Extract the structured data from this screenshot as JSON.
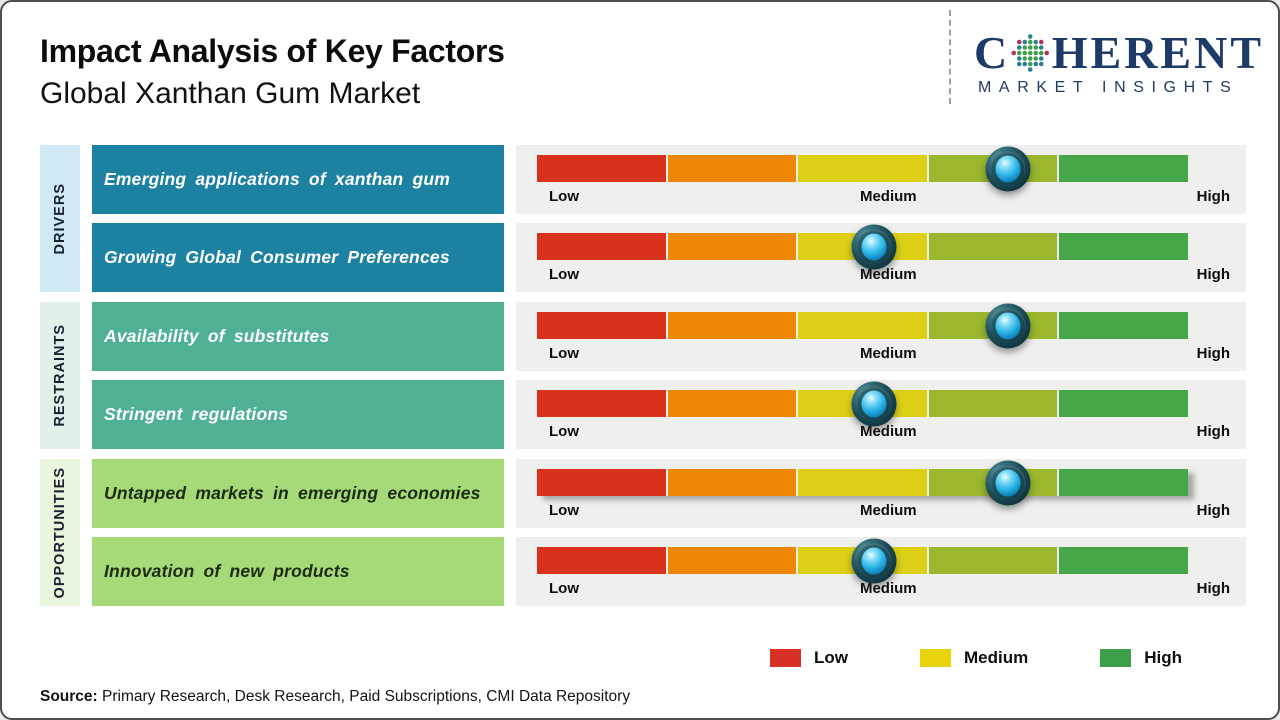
{
  "header": {
    "title": "Impact Analysis of Key Factors",
    "subtitle": "Global Xanthan Gum Market"
  },
  "logo": {
    "brand_left": "C",
    "brand_right": "HERENT",
    "tagline": "MARKET INSIGHTS",
    "brand_color": "#1e3a66"
  },
  "scale": {
    "low": "Low",
    "medium": "Medium",
    "high": "High"
  },
  "segment_colors": [
    "#d8321f",
    "#ee8606",
    "#ddcf15",
    "#9ab72e",
    "#45a748"
  ],
  "groups": [
    {
      "label": "DRIVERS",
      "box_color": "#1d81a2",
      "label_bg": "#cfe9f6",
      "text_color": "#ffffff",
      "rows": [
        {
          "factor": "Emerging applications of xanthan gum",
          "impact_percent": 72.3,
          "impact_level": "Medium-High"
        },
        {
          "factor": "Growing Global Consumer Preferences",
          "impact_percent": 51.8,
          "impact_level": "Medium"
        }
      ]
    },
    {
      "label": "RESTRAINTS",
      "box_color": "#50b093",
      "label_bg": "#e2f0e9",
      "text_color": "#ffffff",
      "rows": [
        {
          "factor": "Availability of substitutes",
          "impact_percent": 72.3,
          "impact_level": "Medium-High"
        },
        {
          "factor": "Stringent regulations",
          "impact_percent": 51.8,
          "impact_level": "Medium"
        }
      ]
    },
    {
      "label": "OPPORTUNITIES",
      "box_color": "#a6d977",
      "label_bg": "#e9f6dd",
      "text_color": "#1c2b15",
      "rows": [
        {
          "factor": "Untapped markets in emerging economies",
          "impact_percent": 72.3,
          "impact_level": "Medium-High"
        },
        {
          "factor": "Innovation of new products",
          "impact_percent": 51.8,
          "impact_level": "Medium"
        }
      ]
    }
  ],
  "legend": [
    {
      "label": "Low",
      "color": "#d93025"
    },
    {
      "label": "Medium",
      "color": "#e8d40c"
    },
    {
      "label": "High",
      "color": "#3d9e4a"
    }
  ],
  "source": {
    "label": "Source:",
    "text": " Primary Research, Desk Research, Paid Subscriptions, CMI Data Repository"
  },
  "chart_data": {
    "type": "table",
    "title": "Impact Analysis of Key Factors",
    "subtitle": "Global Xanthan Gum Market",
    "scale_anchors": [
      "Low",
      "Medium",
      "High"
    ],
    "rows": [
      {
        "category": "Drivers",
        "factor": "Emerging applications of xanthan gum",
        "impact_percent": 72.3,
        "impact_level": "Medium-High"
      },
      {
        "category": "Drivers",
        "factor": "Growing Global Consumer Preferences",
        "impact_percent": 51.8,
        "impact_level": "Medium"
      },
      {
        "category": "Restraints",
        "factor": "Availability of substitutes",
        "impact_percent": 72.3,
        "impact_level": "Medium-High"
      },
      {
        "category": "Restraints",
        "factor": "Stringent regulations",
        "impact_percent": 51.8,
        "impact_level": "Medium"
      },
      {
        "category": "Opportunities",
        "factor": "Untapped markets in emerging economies",
        "impact_percent": 72.3,
        "impact_level": "Medium-High"
      },
      {
        "category": "Opportunities",
        "factor": "Innovation of new products",
        "impact_percent": 51.8,
        "impact_level": "Medium"
      }
    ],
    "legend": [
      "Low",
      "Medium",
      "High"
    ],
    "legend_position": "bottom-right"
  }
}
